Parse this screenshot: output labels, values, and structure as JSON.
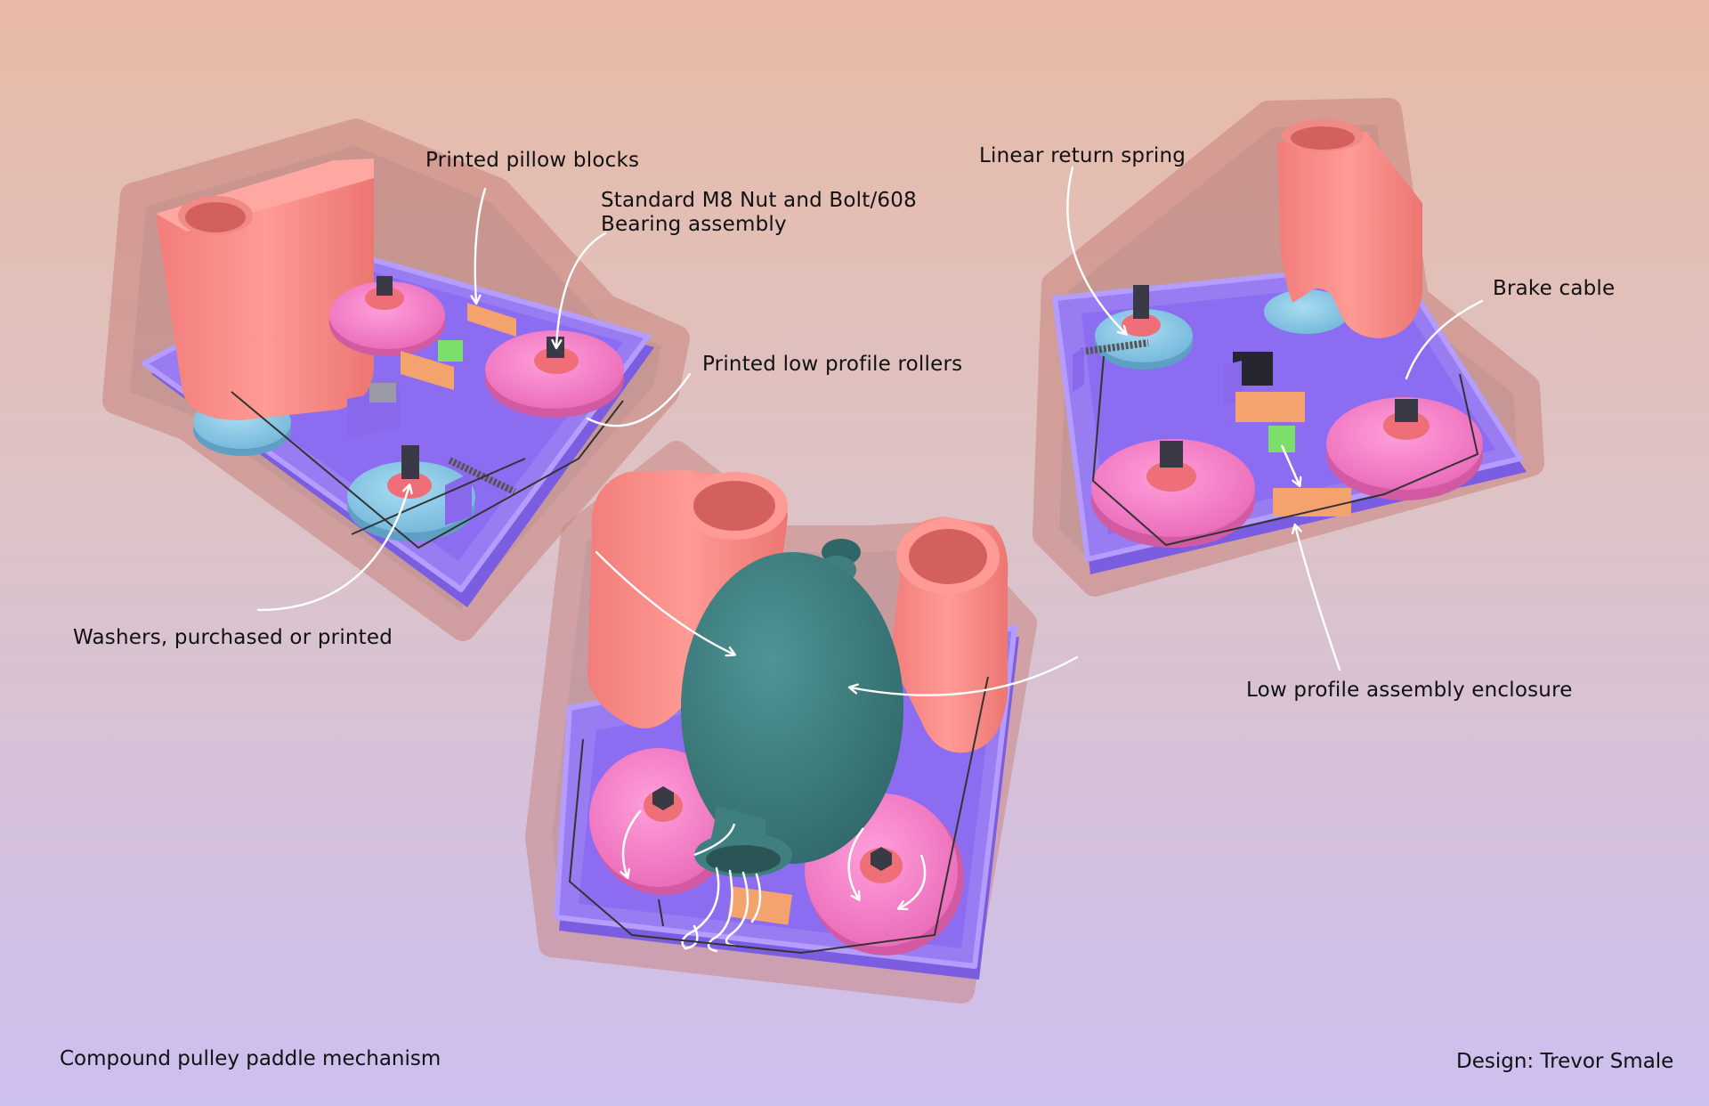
{
  "labels": {
    "pillow_blocks": "Printed pillow blocks",
    "nut_bolt": "Standard M8 Nut and Bolt/608\nBearing assembly",
    "rollers": "Printed low profile rollers",
    "washers": "Washers, purchased or printed",
    "spring": "Linear return spring",
    "brake_cable": "Brake cable",
    "enclosure": "Low profile assembly enclosure"
  },
  "footer": {
    "title": "Compound pulley paddle mechanism",
    "credit": "Design: Trevor Smale"
  },
  "colors": {
    "background_top": "#e8baa6",
    "background_bottom": "#cdbff0",
    "tray": "#9a7cf2",
    "tray_dark": "#7a5de0",
    "halo": "#b57a78",
    "paddle": "#f58a86",
    "roller_pink": "#f57cc6",
    "roller_blue": "#86c8e6",
    "bulb": "#3f7f80",
    "block_orange": "#f5a36e",
    "block_green": "#7be06a",
    "nut": "#3a3a46",
    "annotation": "#ffffff"
  }
}
